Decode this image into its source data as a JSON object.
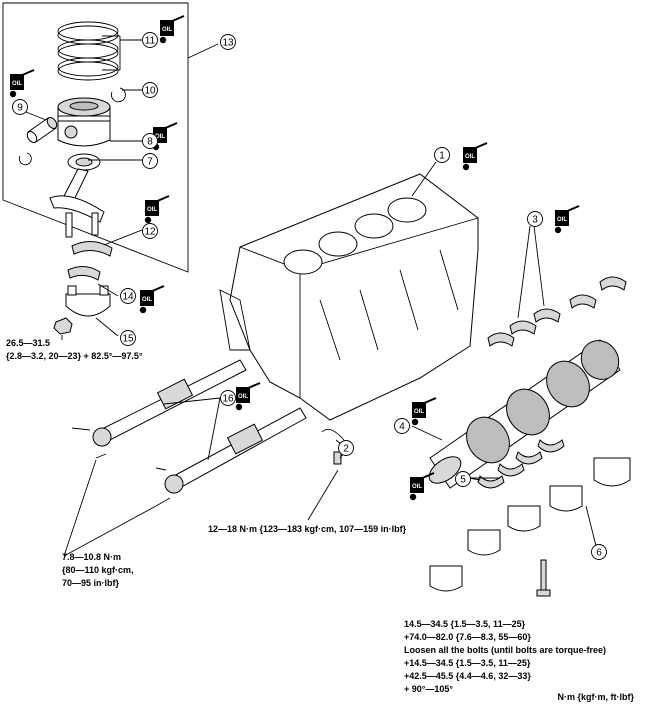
{
  "callouts": [
    {
      "id": "1",
      "label": "1"
    },
    {
      "id": "2",
      "label": "2"
    },
    {
      "id": "3",
      "label": "3"
    },
    {
      "id": "4",
      "label": "4"
    },
    {
      "id": "5",
      "label": "5"
    },
    {
      "id": "6",
      "label": "6"
    },
    {
      "id": "7",
      "label": "7"
    },
    {
      "id": "8",
      "label": "8"
    },
    {
      "id": "9",
      "label": "9"
    },
    {
      "id": "10",
      "label": "10"
    },
    {
      "id": "11",
      "label": "11"
    },
    {
      "id": "12",
      "label": "12"
    },
    {
      "id": "13",
      "label": "13"
    },
    {
      "id": "14",
      "label": "14"
    },
    {
      "id": "15",
      "label": "15"
    },
    {
      "id": "16",
      "label": "16"
    }
  ],
  "oil_label": "OIL",
  "torque": {
    "conrod_nut": [
      "26.5—31.5",
      "{2.8—3.2, 20—23} + 82.5°—97.5°"
    ],
    "balancer_bolt": [
      "7.8—10.8 N·m",
      "{80—110 kgf·cm,",
      "70—95 in·lbf}"
    ],
    "oil_jet": "12—18 N·m {123—183 kgf·cm, 107—159 in·lbf}",
    "main_bearing": [
      "14.5—34.5 {1.5—3.5, 11—25}",
      "+74.0—82.0 {7.6—8.3, 55—60}",
      "Loosen all the bolts (until bolts are torque-free)",
      "+14.5—34.5 {1.5—3.5, 11—25}",
      "+42.5—45.5 {4.4—4.6, 32—33}",
      "+ 90°—105°"
    ],
    "units": "N·m {kgf·m, ft·lbf}"
  }
}
